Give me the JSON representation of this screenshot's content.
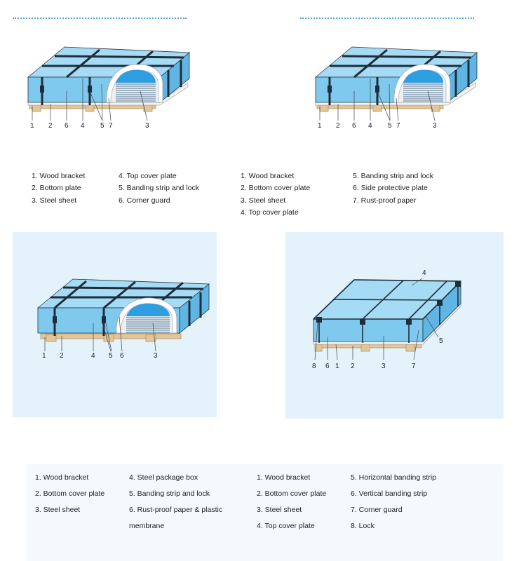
{
  "figures": [
    {
      "callouts": [
        "1",
        "2",
        "6",
        "4",
        "5",
        "7",
        "3"
      ],
      "legend_columns": [
        [
          "1. Wood bracket",
          "2. Bottom plate",
          "3. Steel sheet"
        ],
        [
          "4. Top cover plate",
          "5. Banding strip and lock",
          "6. Corner guard"
        ]
      ]
    },
    {
      "callouts": [
        "1",
        "2",
        "6",
        "4",
        "5",
        "7",
        "3"
      ],
      "legend_columns": [
        [
          "1. Wood bracket",
          "2. Bottom cover plate",
          "3. Steel sheet",
          "4. Top cover plate"
        ],
        [
          "5. Banding strip and lock",
          "6. Side protective plate",
          "7. Rust-proof paper"
        ]
      ]
    },
    {
      "callouts": [
        "1",
        "2",
        "4",
        "5",
        "6",
        "3"
      ],
      "legend_columns": [
        [
          "1. Wood bracket",
          "2. Bottom cover plate",
          "3. Steel sheet"
        ],
        [
          "4. Steel package box",
          "5. Banding strip and lock",
          "6. Rust-proof paper & plastic membrane"
        ]
      ]
    },
    {
      "callouts": [
        "4",
        "5",
        "8",
        "6",
        "1",
        "2",
        "3",
        "7"
      ],
      "legend_columns": [
        [
          "1. Wood bracket",
          "2. Bottom cover plate",
          "3. Steel sheet",
          "4. Top cover plate"
        ],
        [
          "5. Horizontal banding strip",
          "6. Vertical banding strip",
          "7. Corner guard",
          "8. Lock"
        ]
      ]
    }
  ],
  "colors": {
    "panel_background": "#e3f2fb",
    "cover_blue": "#7fc9ee",
    "cover_blue_light": "#a6dbf5",
    "steel_core": "#2f9ee0",
    "wood": "#e0c69a",
    "strap": "#1f2d3a",
    "divider": "#4fa3d9"
  }
}
